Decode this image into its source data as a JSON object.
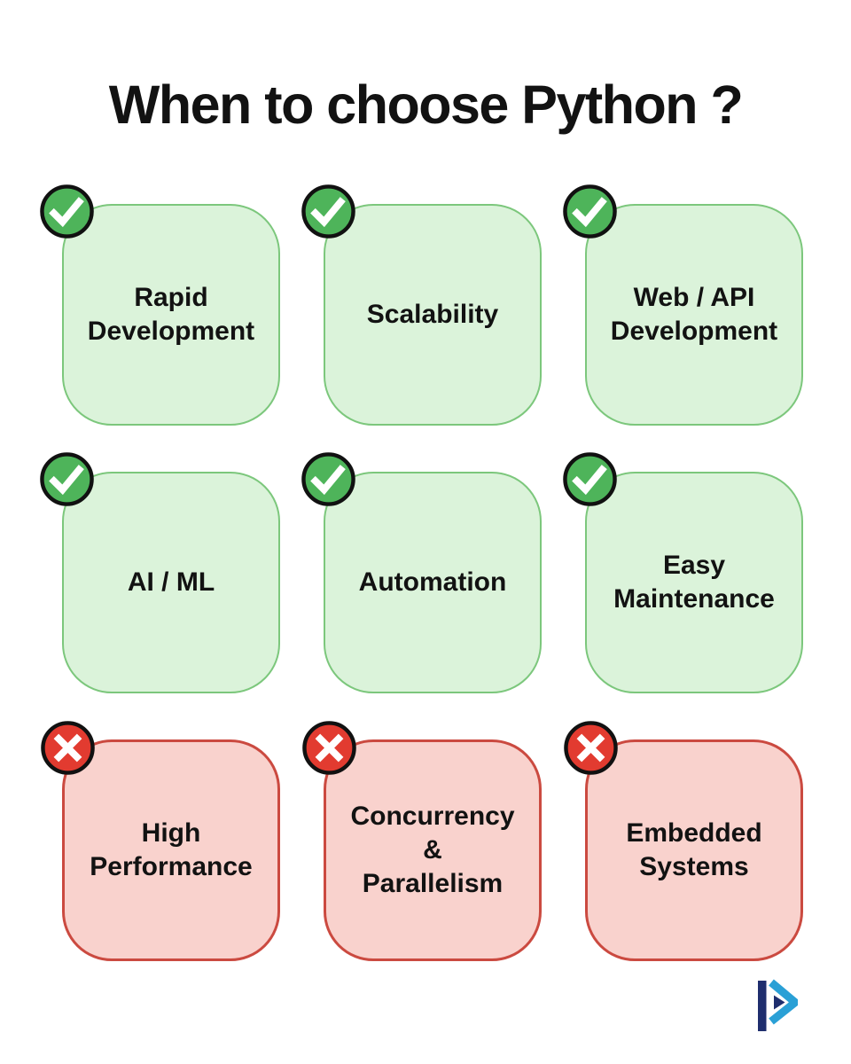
{
  "title": "When to choose Python ?",
  "colors": {
    "background": "#ffffff",
    "text": "#121212",
    "green_card_fill": "#dbf3da",
    "green_card_border": "#7cc77c",
    "green_badge": "#4eb45a",
    "red_card_fill": "#f9d2cd",
    "red_card_border": "#cb4a40",
    "red_badge": "#e23b30",
    "badge_outline": "#111111",
    "icon_mark": "#ffffff",
    "logo_navy": "#1f2e6e",
    "logo_blue": "#2aa0d6"
  },
  "cards": [
    {
      "label": "Rapid\nDevelopment",
      "verdict": "yes"
    },
    {
      "label": "Scalability",
      "verdict": "yes"
    },
    {
      "label": "Web / API\nDevelopment",
      "verdict": "yes"
    },
    {
      "label": "AI / ML",
      "verdict": "yes"
    },
    {
      "label": "Automation",
      "verdict": "yes"
    },
    {
      "label": "Easy\nMaintenance",
      "verdict": "yes"
    },
    {
      "label": "High\nPerformance",
      "verdict": "no"
    },
    {
      "label": "Concurrency\n&\nParallelism",
      "verdict": "no"
    },
    {
      "label": "Embedded\nSystems",
      "verdict": "no"
    }
  ],
  "logo": {
    "icon": "p-arrow-brand-logo"
  }
}
